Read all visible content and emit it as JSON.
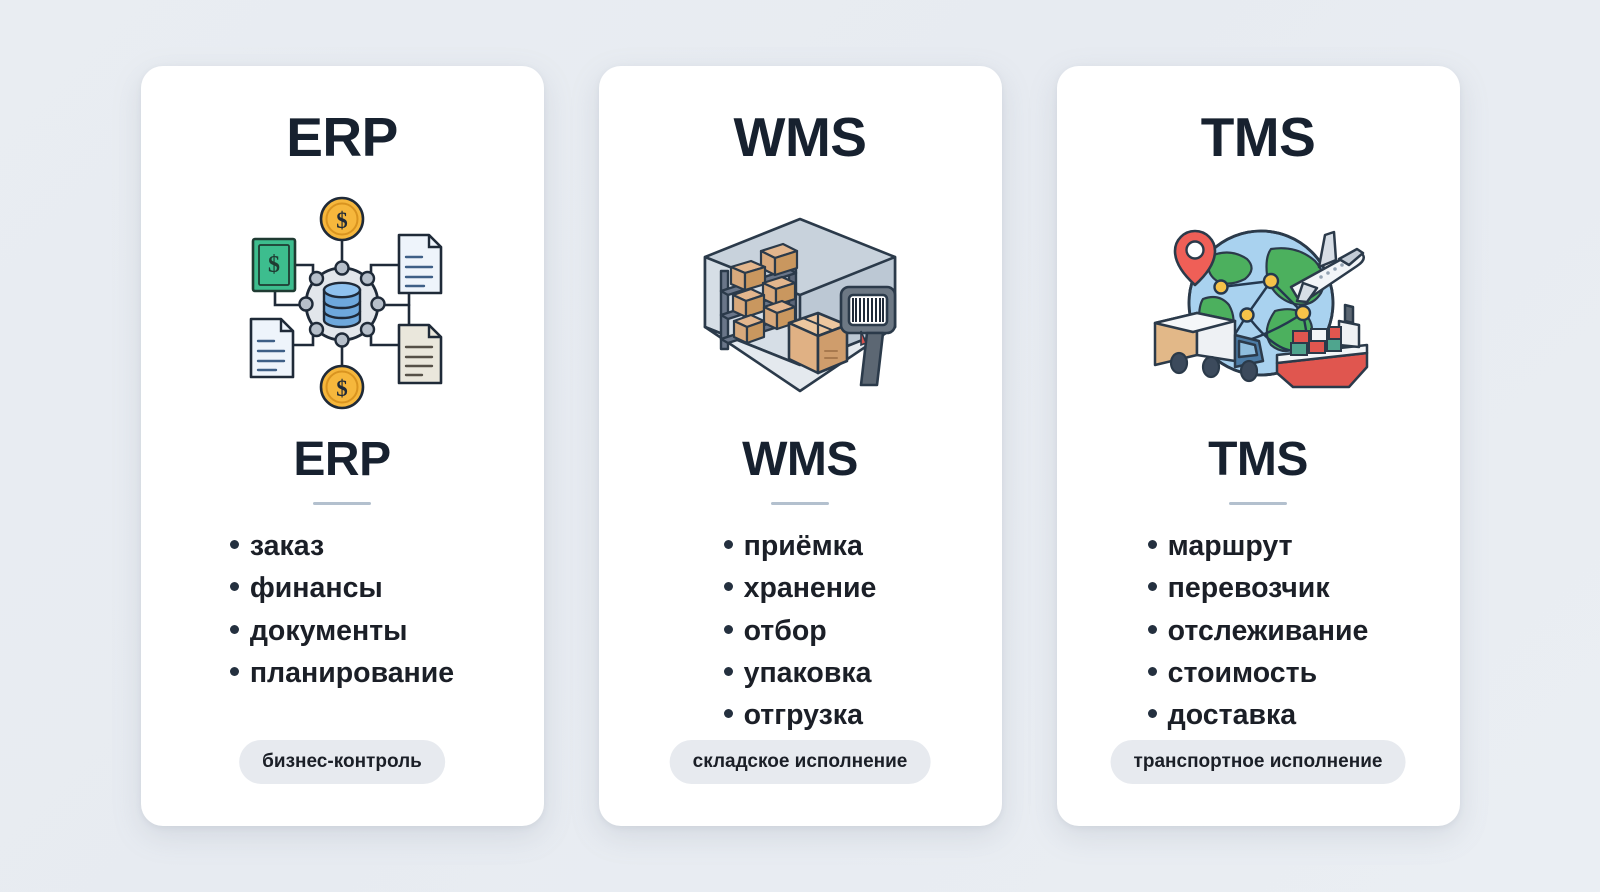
{
  "theme": {
    "page_background": "#e9edf2",
    "card_background": "#ffffff",
    "title_color": "#17212f",
    "divider_color": "#b3c0ce",
    "badge_background": "#e7eaef",
    "bullet_color": "#24303f"
  },
  "cards": [
    {
      "top_title": "ERP",
      "illustration": "erp-database-network-icon",
      "heading": "ERP",
      "features": [
        "заказ",
        "финансы",
        "документы",
        "планирование"
      ],
      "badge": "бизнес-контроль"
    },
    {
      "top_title": "WMS",
      "illustration": "wms-warehouse-scanner-icon",
      "heading": "WMS",
      "features": [
        "приёмка",
        "хранение",
        "отбор",
        "упаковка",
        "отгрузка"
      ],
      "badge": "складское исполнение"
    },
    {
      "top_title": "TMS",
      "illustration": "tms-globe-transport-icon",
      "heading": "TMS",
      "features": [
        "маршрут",
        "перевозчик",
        "отслеживание",
        "стоимость",
        "доставка"
      ],
      "badge": "транспортное исполнение"
    }
  ]
}
